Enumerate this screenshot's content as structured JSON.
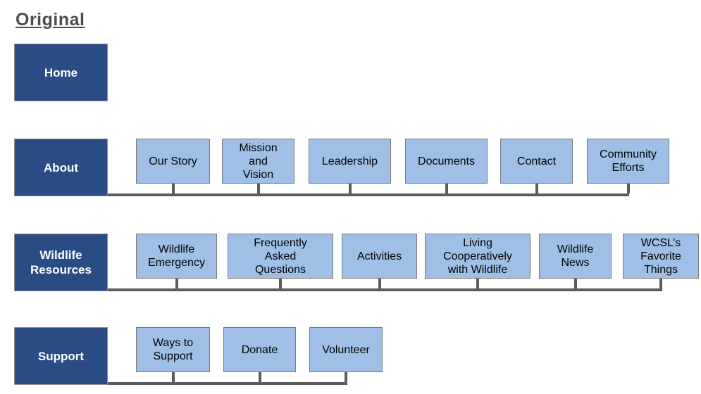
{
  "title": "Original",
  "colors": {
    "parent_fill": "#2a4b83",
    "parent_text": "#ffffff",
    "child_fill": "#a0bfe6",
    "child_border": "#7a7a7a",
    "connector": "#5c5c5c",
    "title_text": "#4d4d4d",
    "background": "#ffffff"
  },
  "sitemap": {
    "rows": [
      {
        "parent": "Home",
        "children": []
      },
      {
        "parent": "About",
        "children": [
          "Our Story",
          "Mission\nand\nVision",
          "Leadership",
          "Documents",
          "Contact",
          "Community\nEfforts"
        ]
      },
      {
        "parent": "Wildlife\nResources",
        "children": [
          "Wildlife\nEmergency",
          "Frequently\nAsked\nQuestions",
          "Activities",
          "Living\nCooperatively\nwith Wildlife",
          "Wildlife\nNews",
          "WCSL’s\nFavorite\nThings"
        ]
      },
      {
        "parent": "Support",
        "children": [
          "Ways to\nSupport",
          "Donate",
          "Volunteer"
        ]
      }
    ]
  }
}
